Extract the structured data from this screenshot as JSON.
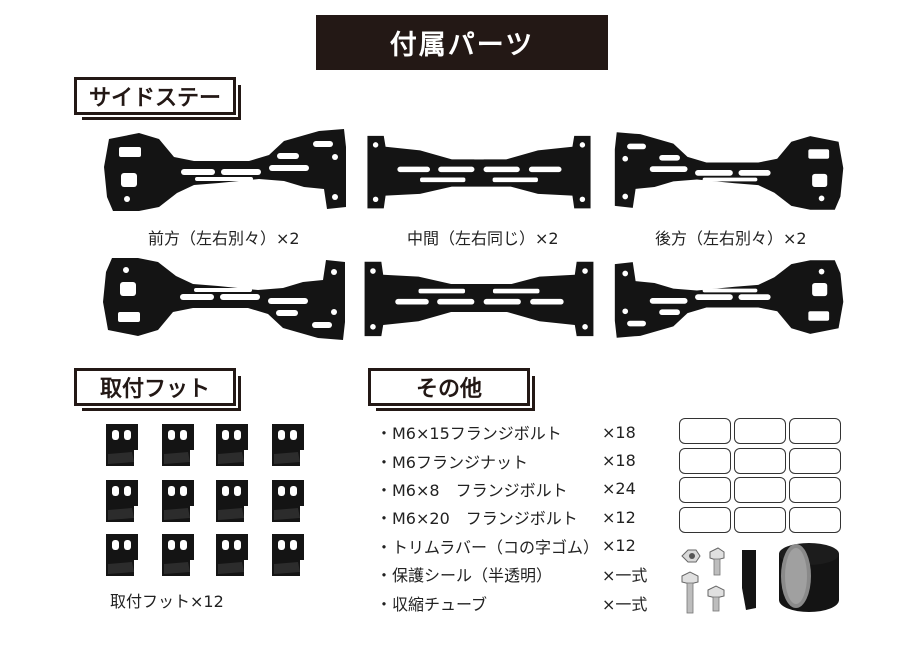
{
  "title": "付属パーツ",
  "sections": {
    "side_stay": {
      "label": "サイドステー",
      "captions": [
        "前方（左右別々）×2",
        "中間（左右同じ）×2",
        "後方（左右別々）×2"
      ]
    },
    "mount_foot": {
      "label": "取付フット",
      "caption": "取付フット×12"
    },
    "others": {
      "label": "その他",
      "items": [
        {
          "name": "・M6×15フランジボルト",
          "qty": "×18"
        },
        {
          "name": "・M6フランジナット",
          "qty": "×18"
        },
        {
          "name": "・M6×8　フランジボルト",
          "qty": "×24"
        },
        {
          "name": "・M6×20　フランジボルト",
          "qty": "×12"
        },
        {
          "name": "・トリムラバー（コの字ゴム）",
          "qty": "×12"
        },
        {
          "name": "・保護シール（半透明）",
          "qty": "×一式"
        },
        {
          "name": "・収縮チューブ",
          "qty": "×一式"
        }
      ]
    }
  },
  "colors": {
    "dark": "#231815",
    "part": "#141414"
  }
}
